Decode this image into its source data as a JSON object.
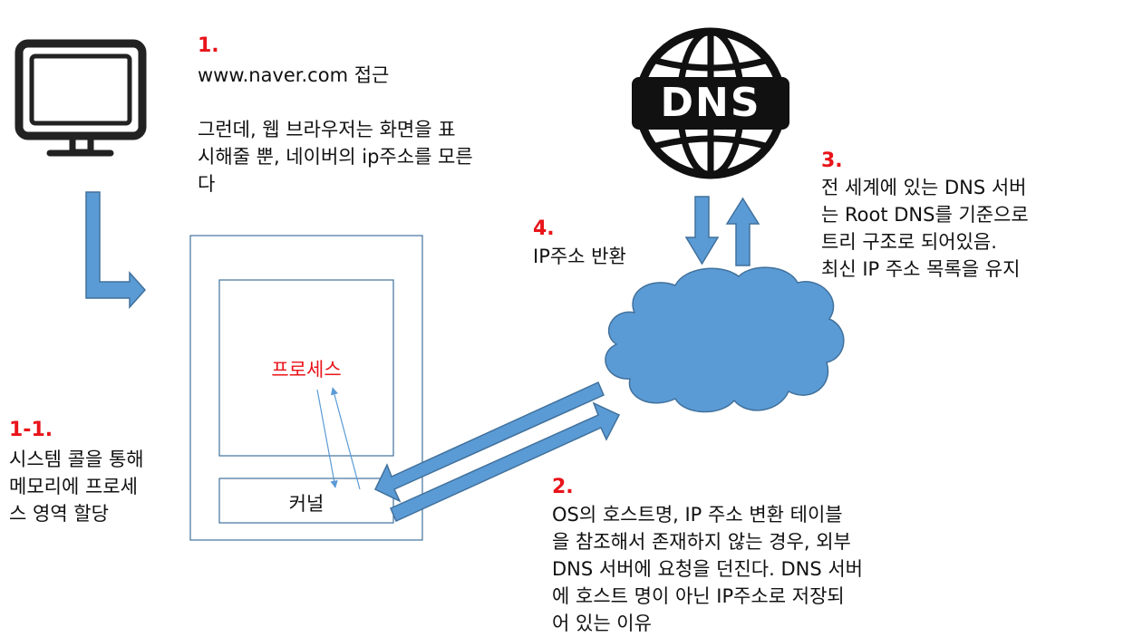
{
  "colors": {
    "accent_red": "#e8141a",
    "arrow_blue": "#5b9bd5",
    "arrow_stroke": "#41719c",
    "box_stroke": "#41719c",
    "monitor": "#222222"
  },
  "icons": {
    "monitor": "monitor-icon",
    "dns": "dns-globe-icon",
    "cloud": "cloud-icon"
  },
  "step1": {
    "number": "1.",
    "text": "www.naver.com 접근\n\n그런데, 웹 브라우저는 화면을 표\n시해줄 뿐, 네이버의 ip주소를 모른\n다"
  },
  "step1_1": {
    "number": "1-1.",
    "text": "시스템 콜을 통해\n메모리에 프로세\n스 영역 할당"
  },
  "step2": {
    "number": "2.",
    "text": "OS의 호스트명, IP 주소 변환 테이블\n을 참조해서 존재하지 않는 경우, 외부\nDNS 서버에 요청을 던진다. DNS 서버\n에 호스트 명이 아닌 IP주소로 저장되\n어 있는 이유"
  },
  "step3": {
    "number": "3.",
    "text": "전 세계에 있는 DNS 서버\n는 Root DNS를 기준으로\n트리 구조로 되어있음.\n최신 IP 주소 목록을 유지"
  },
  "step4": {
    "number": "4.",
    "text": "IP주소 반환"
  },
  "memory": {
    "process_label": "프로세스",
    "kernel_label": "커널"
  },
  "dns_logo_text": "DNS"
}
